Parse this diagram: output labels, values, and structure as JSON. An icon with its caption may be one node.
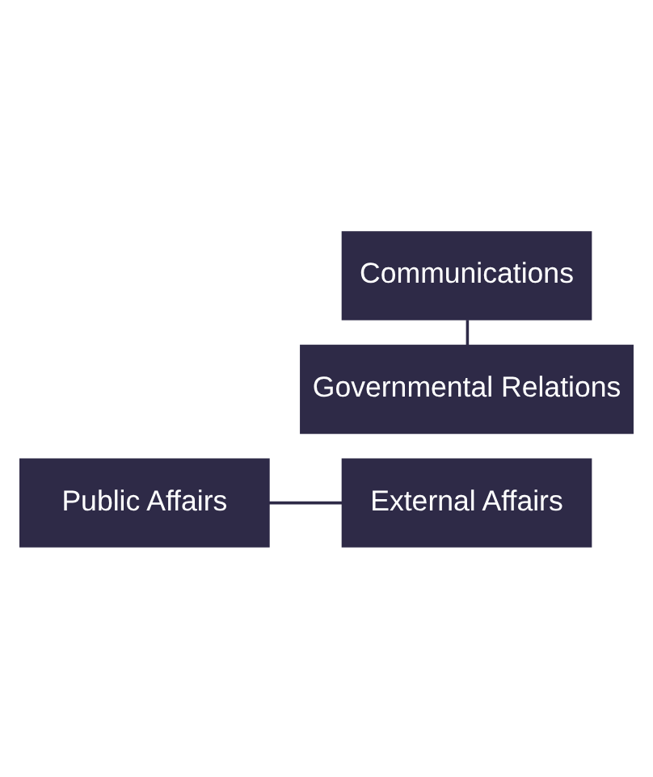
{
  "diagram": {
    "nodes": [
      {
        "text": [
          "Public Affairs"
        ]
      },
      {
        "text": [
          "Communications"
        ]
      },
      {
        "text": [
          "External Affairs"
        ]
      },
      {
        "text": [
          "Governmental Relations"
        ]
      }
    ],
    "edges": [
      {
        "from": 0,
        "to": 2,
        "arrow": "none"
      },
      {
        "from": 1,
        "to": 3,
        "arrow": "none"
      }
    ]
  }
}
